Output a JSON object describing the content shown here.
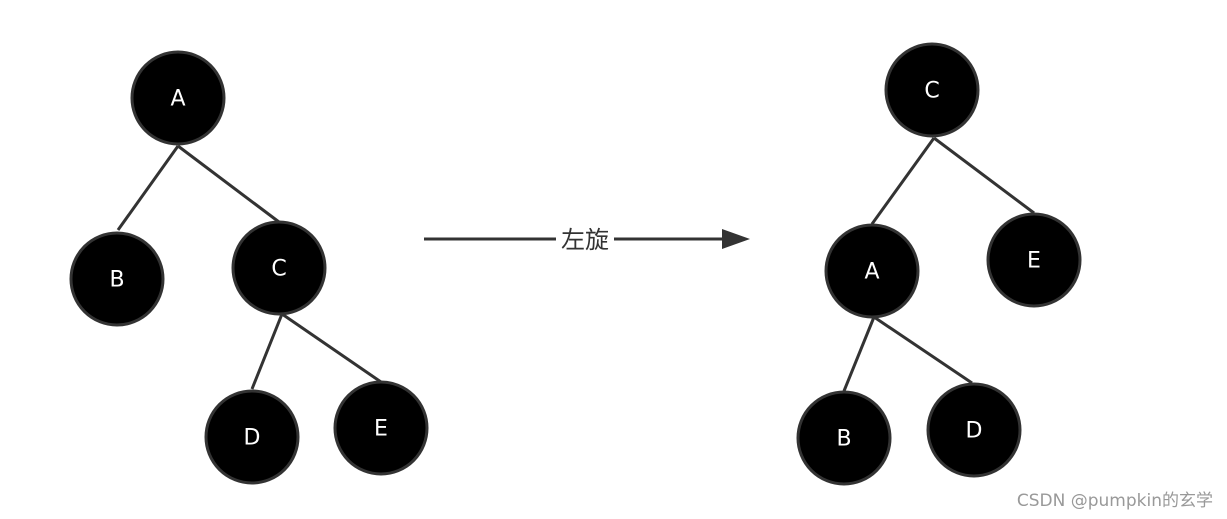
{
  "trees": {
    "before": {
      "nodes": [
        {
          "id": "A",
          "label": "A"
        },
        {
          "id": "B",
          "label": "B"
        },
        {
          "id": "C",
          "label": "C"
        },
        {
          "id": "D",
          "label": "D"
        },
        {
          "id": "E",
          "label": "E"
        }
      ],
      "edges": [
        [
          "A",
          "B"
        ],
        [
          "A",
          "C"
        ],
        [
          "C",
          "D"
        ],
        [
          "C",
          "E"
        ]
      ]
    },
    "after": {
      "nodes": [
        {
          "id": "C",
          "label": "C"
        },
        {
          "id": "A",
          "label": "A"
        },
        {
          "id": "E",
          "label": "E"
        },
        {
          "id": "B",
          "label": "B"
        },
        {
          "id": "D",
          "label": "D"
        }
      ],
      "edges": [
        [
          "C",
          "A"
        ],
        [
          "C",
          "E"
        ],
        [
          "A",
          "B"
        ],
        [
          "A",
          "D"
        ]
      ]
    }
  },
  "arrow": {
    "label": "左旋"
  },
  "watermark": "CSDN @pumpkin的玄学",
  "colors": {
    "node_fill": "#000000",
    "node_stroke": "#333333",
    "edge": "#333333",
    "node_text": "#ffffff",
    "watermark": "#999999"
  }
}
